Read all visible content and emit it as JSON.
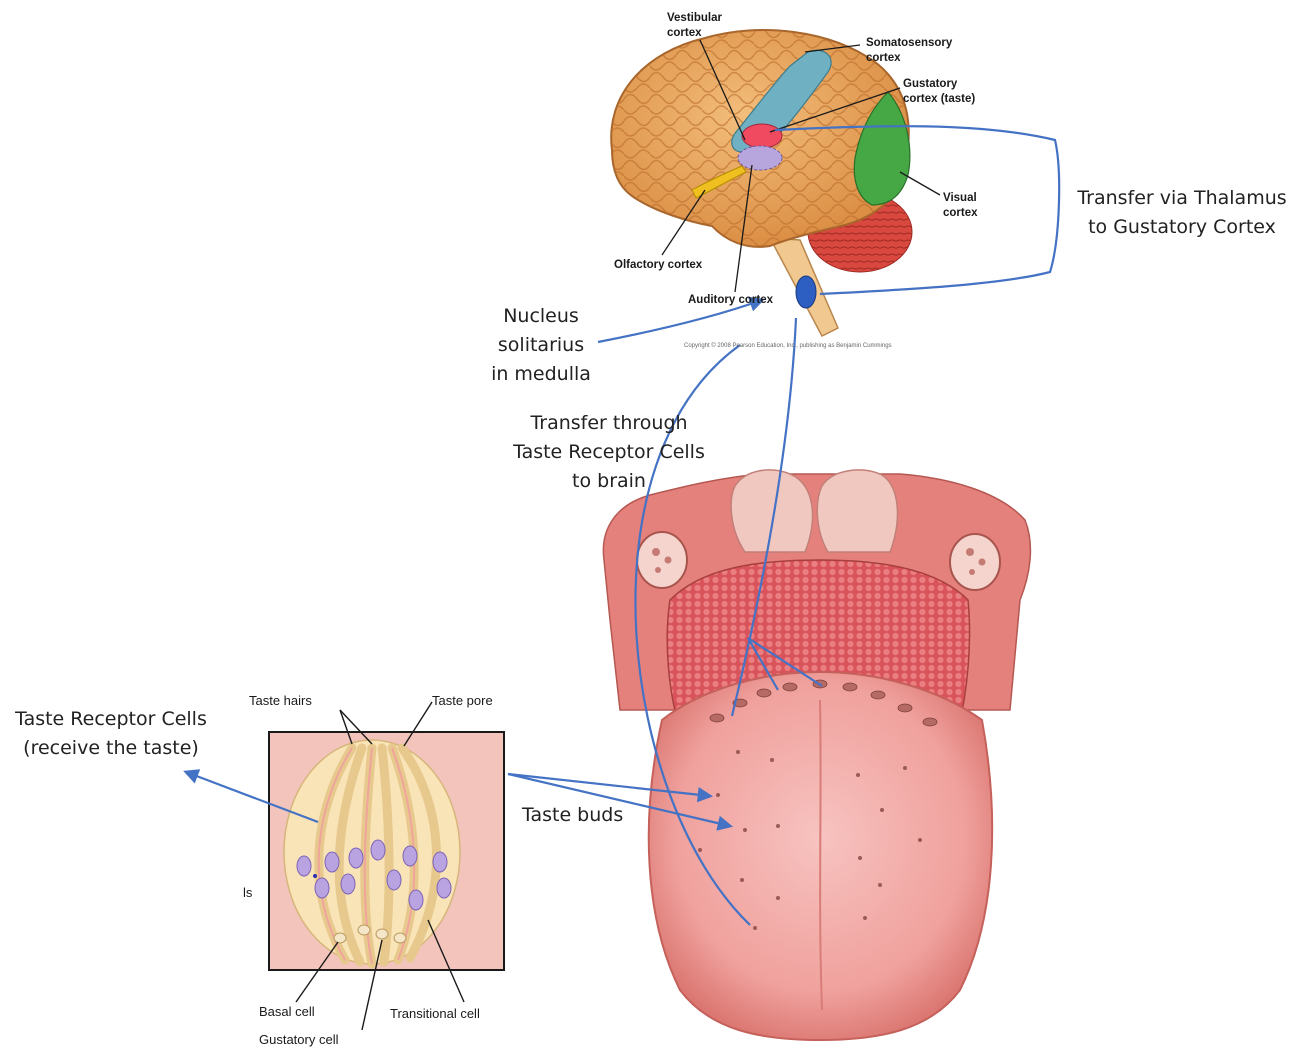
{
  "colors": {
    "arrow": "#4472c4",
    "brain": "#e7a059",
    "somatosensory": "#6fb0c2",
    "gustatory": "#ef4a5f",
    "auditory": "#b7a6de",
    "visual": "#46a745",
    "cerebellum": "#d8483e",
    "olfactory": "#f0c020",
    "tongue": "#f2a7a4",
    "papilla": "#9a5a55"
  },
  "brain": {
    "labels": {
      "vestibular": [
        "Vestibular",
        "cortex"
      ],
      "somatosensory": [
        "Somatosensory",
        "cortex"
      ],
      "gustatory": [
        "Gustatory",
        "cortex (taste)"
      ],
      "visual": [
        "Visual",
        "cortex"
      ],
      "olfactory": "Olfactory cortex",
      "auditory": "Auditory cortex"
    },
    "copyright": "Copyright © 2008 Pearson Education, Inc., publishing as Benjamin Cummings"
  },
  "annotations": {
    "thalamus": [
      "Transfer via Thalamus",
      "to Gustatory Cortex"
    ],
    "nucleus": [
      "Nucleus",
      "solitarius",
      "in medulla"
    ],
    "transfer": [
      "Transfer through",
      "Taste Receptor Cells",
      "to brain"
    ],
    "receptor": [
      "Taste Receptor Cells",
      "(receive the taste)"
    ],
    "taste_buds": "Taste buds"
  },
  "taste_bud_diagram": {
    "taste_hairs": "Taste hairs",
    "taste_pore": "Taste pore",
    "side_text": "ls",
    "basal_cell": "Basal cell",
    "gustatory_cell": "Gustatory cell",
    "transitional_cell": "Transitional cell"
  }
}
